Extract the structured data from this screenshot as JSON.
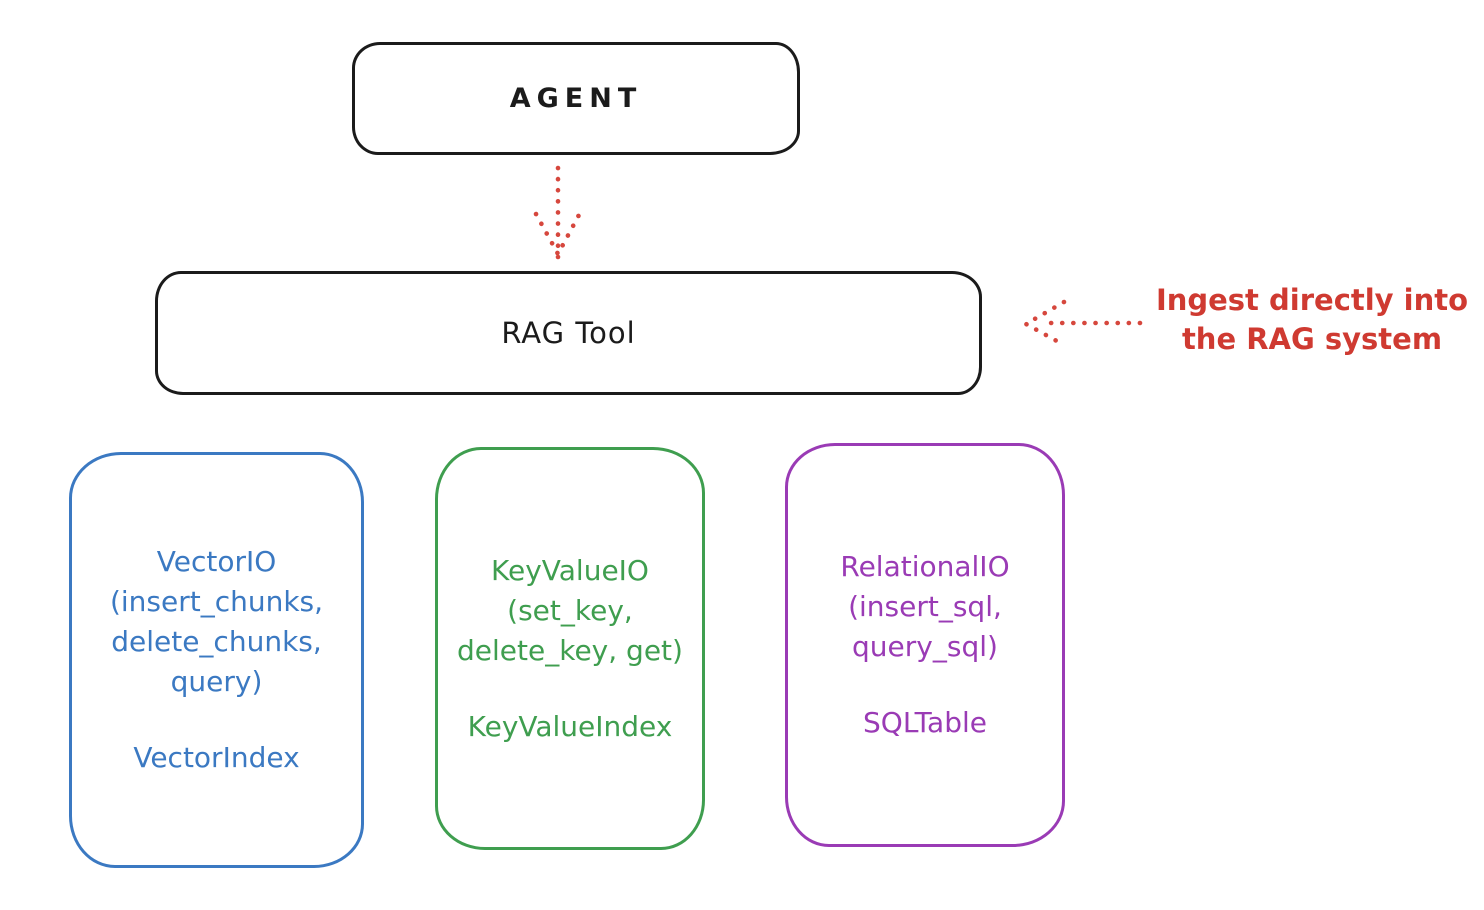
{
  "palette": {
    "ink": "#1b1b1b",
    "red": "#cf3a31",
    "blue": "#3b79c2",
    "green": "#3f9e4f",
    "purple": "#9a3bb5",
    "background": "#ffffff"
  },
  "nodes": {
    "agent": {
      "label": "AGENT"
    },
    "rag_tool": {
      "label": "RAG Tool"
    },
    "vector_io": {
      "lines": [
        "VectorIO",
        "(insert_chunks,",
        "delete_chunks,",
        "query)"
      ],
      "footer": "VectorIndex",
      "color": "#3b79c2"
    },
    "key_value_io": {
      "lines": [
        "KeyValueIO",
        "(set_key,",
        "delete_key, get)"
      ],
      "footer": "KeyValueIndex",
      "color": "#3f9e4f"
    },
    "relational_io": {
      "lines": [
        "RelationalIO",
        "(insert_sql,",
        "query_sql)"
      ],
      "footer": "SQLTable",
      "color": "#9a3bb5"
    }
  },
  "annotation": {
    "lines": [
      "Ingest directly into",
      "the RAG system"
    ],
    "color": "#cf3a31"
  },
  "arrows": [
    {
      "name": "agent-to-rag-tool",
      "style": "dotted",
      "direction": "down",
      "color": "#cf3a31"
    },
    {
      "name": "annotation-to-rag-tool",
      "style": "dotted",
      "direction": "left",
      "color": "#cf3a31"
    }
  ]
}
